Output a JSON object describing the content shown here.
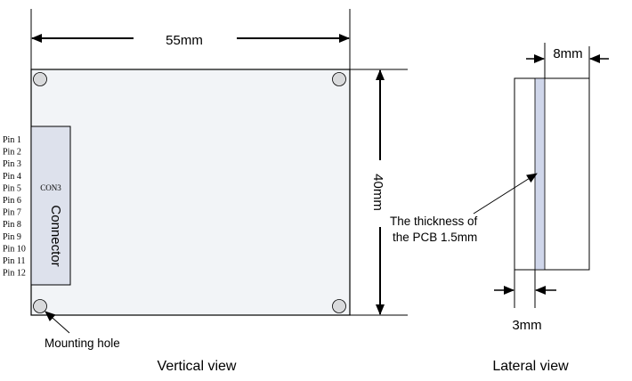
{
  "dimensions": {
    "width": "55mm",
    "height": "40mm",
    "side_thickness": "8mm",
    "pcb_offset": "3mm"
  },
  "pins": [
    "Pin 1",
    "Pin 2",
    "Pin 3",
    "Pin 4",
    "Pin 5",
    "Pin 6",
    "Pin 7",
    "Pin 8",
    "Pin 9",
    "Pin 10",
    "Pin 11",
    "Pin 12"
  ],
  "connector": {
    "ref": "CON3",
    "label": "Connector"
  },
  "annotations": {
    "pcb_thickness_line1": "The thickness of",
    "pcb_thickness_line2": "the PCB 1.5mm",
    "mounting_hole": "Mounting hole"
  },
  "captions": {
    "vertical": "Vertical view",
    "lateral": "Lateral view"
  },
  "colors": {
    "board_fill": "#f2f4f7",
    "connector_fill": "#dde1ec",
    "pcb_fill": "#cfd6ea",
    "hole_fill": "#d9dadc",
    "line": "#000000"
  }
}
